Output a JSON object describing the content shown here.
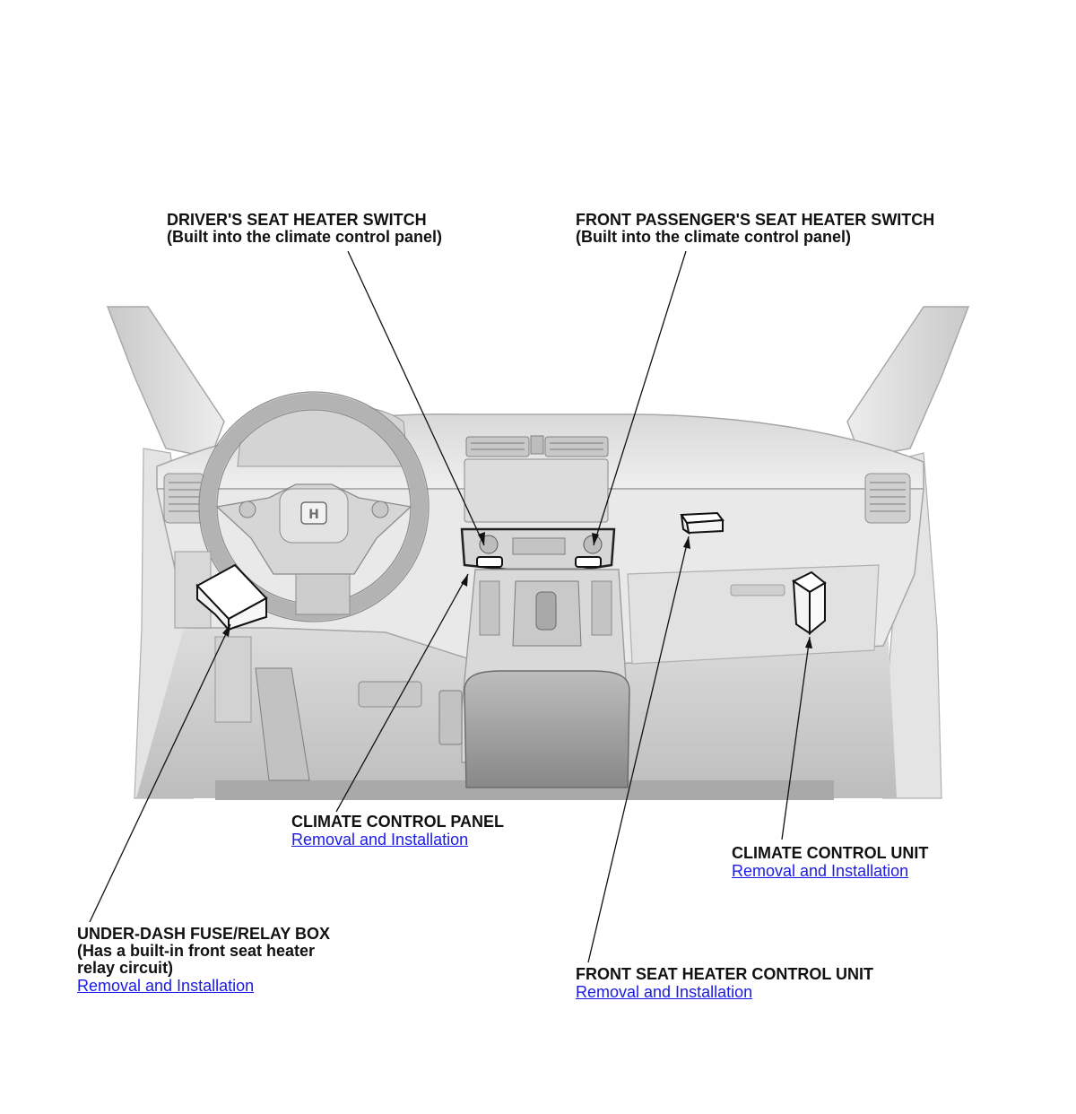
{
  "callouts": {
    "drivers_switch": {
      "title": "DRIVER'S SEAT HEATER SWITCH",
      "sub": "(Built into the climate control panel)"
    },
    "passenger_switch": {
      "title": "FRONT PASSENGER'S SEAT HEATER SWITCH",
      "sub": "(Built into the climate control panel)"
    },
    "climate_panel": {
      "title": "CLIMATE CONTROL PANEL",
      "link": "Removal and Installation"
    },
    "climate_unit": {
      "title": "CLIMATE CONTROL UNIT",
      "link": "Removal and Installation"
    },
    "fuse_box": {
      "title": "UNDER-DASH FUSE/RELAY BOX",
      "sub1": "(Has a built-in front seat heater",
      "sub2": "relay circuit)",
      "link": "Removal and Installation"
    },
    "seat_heater_unit": {
      "title": "FRONT SEAT HEATER CONTROL UNIT",
      "link": "Removal and Installation"
    }
  },
  "logo_text": "H",
  "colors": {
    "text": "#111111",
    "link": "#1a1ae6",
    "dash_fill": "#e6e6e6",
    "dash_shade": "#cfcfcf",
    "dash_dark": "#9a9a9a",
    "outline": "#8c8c8c",
    "component_fill": "#ffffff",
    "leader": "#111111"
  }
}
